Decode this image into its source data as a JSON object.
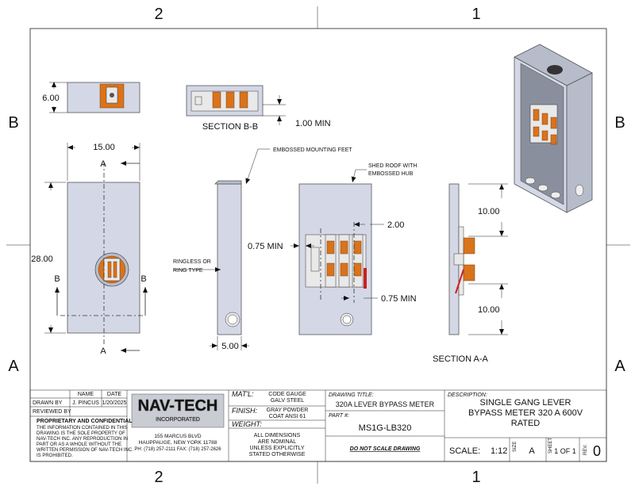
{
  "zones": {
    "top_left": "2",
    "top_right": "1",
    "bottom_left": "2",
    "bottom_right": "1",
    "left_upper": "B",
    "left_lower": "A",
    "right_upper": "B",
    "right_lower": "A"
  },
  "dims": {
    "depth": "6.00",
    "width": "15.00",
    "height": "28.00",
    "side_depth": "5.00",
    "section_b_min": "1.00 MIN",
    "lever_gap": "2.00",
    "clear_left": "0.75 MIN",
    "clear_bottom": "0.75 MIN",
    "upper_section": "10.00",
    "lower_section": "10.00"
  },
  "labels": {
    "section_bb": "SECTION B-B",
    "section_aa": "SECTION A-A",
    "mounting_feet": "EMBOSSED MOUNTING FEET",
    "shed_roof_1": "SHED ROOF WITH",
    "shed_roof_2": "EMBOSSED HUB",
    "ringless_1": "RINGLESS OR",
    "ringless_2": "RING TYPE",
    "cut_a": "A",
    "cut_b": "B"
  },
  "title_block": {
    "name_header": "NAME",
    "date_header": "DATE",
    "drawn_by_label": "DRAWN BY",
    "drawn_by": "J. PINCUS",
    "drawn_date": "1/20/2025",
    "reviewed_by_label": "REVIEWED BY",
    "proprietary_title": "PROPRIETARY AND CONFIDENTIAL",
    "proprietary_lines": [
      "THE INFORMATION CONTAINED IN THIS",
      "DRAWING IS THE SOLE PROPERTY OF",
      "NAV-TECH INC. ANY REPRODUCTION IN",
      "PART OR AS A WHOLE WITHOUT THE",
      "WRITTEN PERMISSION OF NAV-TECH INC.",
      "IS PROHIBITED."
    ],
    "logo_main": "NAV-TECH",
    "logo_sub": "INCORPORATED",
    "address_1": "155 MARCUS BLVD",
    "address_2": "HAUPPAUGE, NEW YORK 11788",
    "address_3": "PH: (718) 257-2111   FAX: (718) 257-2626",
    "matl_label": "MAT'L:",
    "matl_1": "CODE GAUGE",
    "matl_2": "GALV STEEL",
    "finish_label": "FINISH:",
    "finish_1": "GRAY POWDER",
    "finish_2": "COAT ANSI 61",
    "weight_label": "WEIGHT:",
    "nominal_1": "ALL DIMENSIONS",
    "nominal_2": "ARE NOMINAL",
    "nominal_3": "UNLESS EXPLICITLY",
    "nominal_4": "STATED OTHERWISE",
    "drawing_title_label": "DRAWING TITLE:",
    "drawing_title": "320A LEVER BYPASS METER",
    "part_label": "PART #:",
    "part_number": "MS1G-LB320",
    "no_scale": "DO NOT SCALE DRAWING",
    "description_label": "DESCRIPTION:",
    "description_1": "SINGLE GANG LEVER",
    "description_2": "BYPASS METER 320 A 600V",
    "description_3": "RATED",
    "scale_label": "SCALE:",
    "scale_value": "1:12",
    "size_label": "SIZE",
    "size_value": "A",
    "sheet_label": "SHEET",
    "sheet_value": "1 OF 1",
    "rev_label": "REV.",
    "rev_value": "0"
  }
}
